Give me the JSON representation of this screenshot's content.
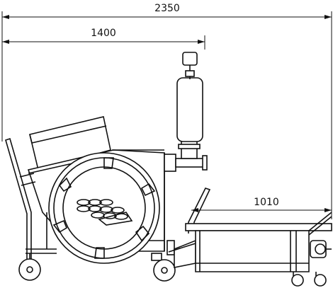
{
  "dimensions": {
    "overall": "2350",
    "machine": "1400",
    "hopper": "1010"
  }
}
